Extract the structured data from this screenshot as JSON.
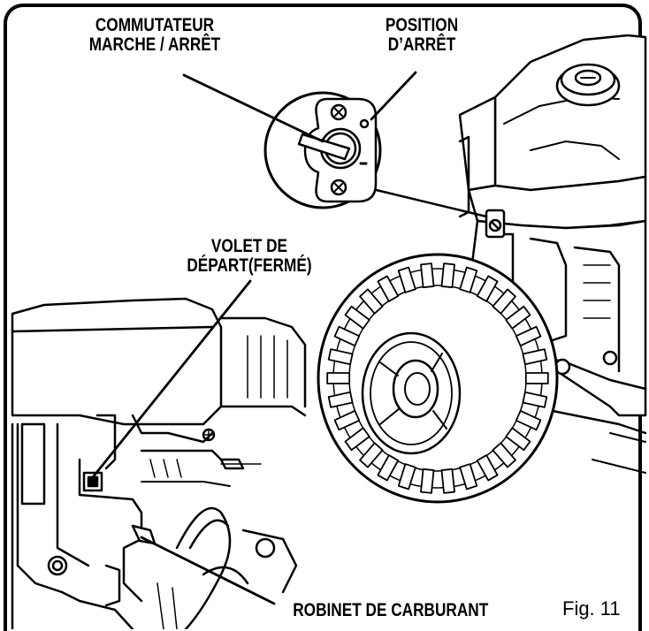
{
  "labels": {
    "switch": [
      "COMMUTATEUR",
      "MARCHE / ARRÊT"
    ],
    "stop_position": [
      "POSITION",
      "D’ARRÊT"
    ],
    "choke": [
      "VOLET DE",
      "DÉPART(FERMÉ)"
    ],
    "fuel_valve": "ROBINET DE CARBURANT",
    "figure": "Fig. 11"
  },
  "colors": {
    "line": "#000000",
    "background": "#ffffff"
  }
}
